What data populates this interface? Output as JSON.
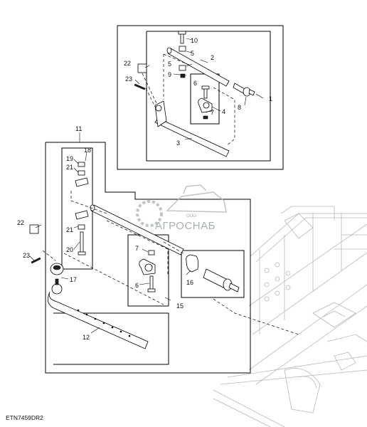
{
  "callouts": {
    "c1": "1",
    "c2": "2",
    "c3": "3",
    "c4": "4",
    "c5a": "5",
    "c5b": "5",
    "c6a": "6",
    "c7a": "7",
    "c8": "8",
    "c9": "9",
    "c10": "10",
    "c11": "11",
    "c12": "12",
    "c15": "15",
    "c16": "16",
    "c17": "17",
    "c18": "18",
    "c19": "19",
    "c20": "20",
    "c21a": "21",
    "c21b": "21",
    "c22a": "22",
    "c22b": "22",
    "c23a": "23",
    "c23b": "23",
    "c6b": "6",
    "c7b": "7"
  },
  "drawing_code": "ETN7459DR2",
  "watermark": {
    "company_prefix": "ООО",
    "company_name": "АГРОСНАБ"
  },
  "colors": {
    "line": "#000000",
    "background_machine": "#b8b8b8",
    "watermark": "#9aa0a5"
  }
}
